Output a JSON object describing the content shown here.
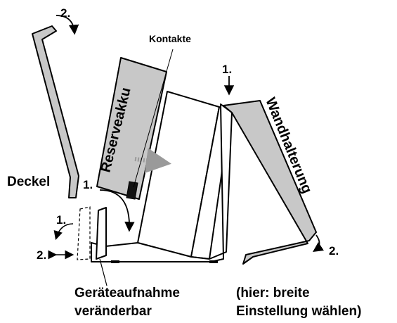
{
  "labels": {
    "kontakte": "Kontakte",
    "reserveakku": "Reserveakku",
    "wandhalterung": "Wandhalterung",
    "deckel": "Deckel",
    "step_2_top": "2.",
    "step_1_top": "1.",
    "step_1_deckel": "1.",
    "step_1_cradle": "1.",
    "step_2_cradle": "2.",
    "step_2_wall": "2.",
    "caption_left_line1": "Geräteaufnahme",
    "caption_left_line2": "veränderbar",
    "caption_right_line1": "(hier: breite",
    "caption_right_line2": "Einstellung wählen)"
  },
  "colors": {
    "part_fill": "#c8c8c8",
    "outline": "#000000",
    "arrow_dotted": "#9a9a9a"
  }
}
